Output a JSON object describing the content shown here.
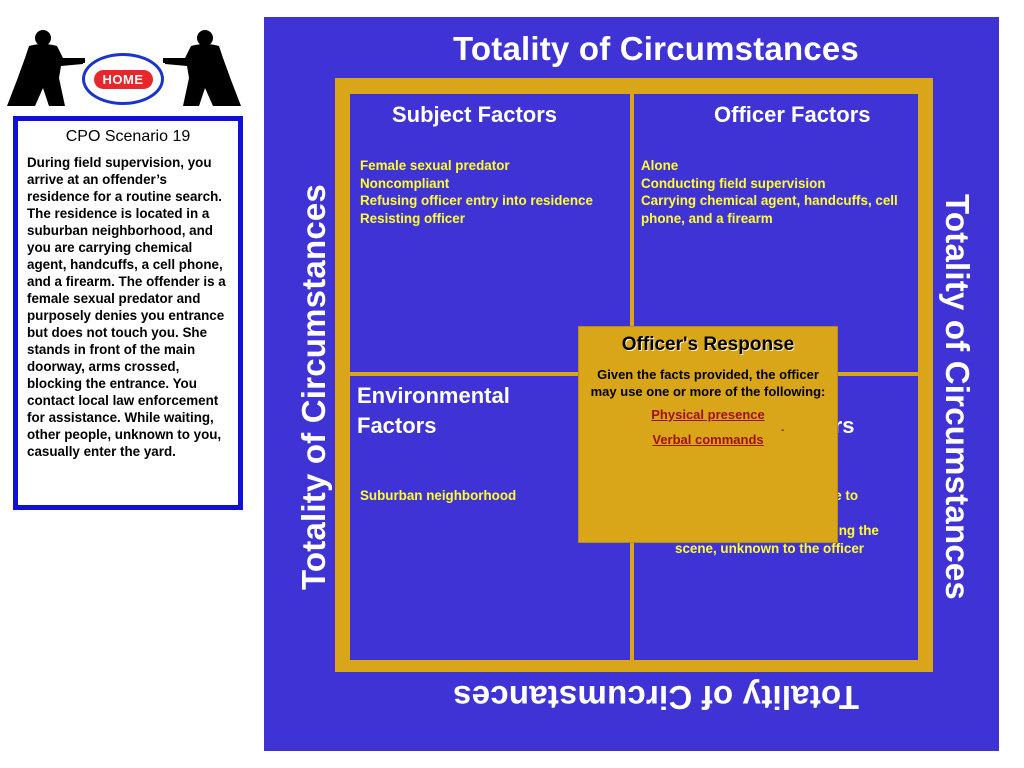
{
  "header": {
    "home_label": "HOME"
  },
  "scenario": {
    "title": "CPO Scenario 19",
    "body": "During field supervision, you arrive at an offender’s residence for a routine search. The residence is located in a suburban neighborhood, and you are carrying chemical agent, handcuffs, a cell phone, and a firearm. The offender is a female sexual predator and purposely denies you entrance but does not touch you. She stands in front of the main doorway, arms crossed, blocking the entrance. You contact local law enforcement for assistance. While waiting, other people, unknown to you, casually enter the yard."
  },
  "diagram": {
    "title": "Totality of Circumstances",
    "subject_factors": {
      "heading": "Subject Factors",
      "items": [
        "Female sexual predator",
        "Noncompliant",
        "Refusing officer entry into residence",
        "Resisting officer"
      ]
    },
    "officer_factors": {
      "heading": "Officer Factors",
      "items": [
        "Alone",
        "Conducting field supervision",
        "Carrying chemical agent, handcuffs, cell phone, and a firearm"
      ]
    },
    "environmental_factors": {
      "heading": "Environmental Factors",
      "items": [
        "Suburban neighborhood"
      ]
    },
    "other_factors": {
      "heading": "Other Factors",
      "items": [
        "Law enforcement en route to residence",
        "Additional subjects entering the scene, unknown to the officer"
      ]
    },
    "response": {
      "title": "Officer's Response",
      "description": "Given the facts provided, the officer may use one or more of the following:",
      "options": [
        "Physical presence",
        "Verbal commands"
      ],
      "marker": "-"
    }
  },
  "colors": {
    "panel_blue": "#3f33d6",
    "frame_gold": "#d9a61a",
    "factor_text": "#ffff33",
    "link_red": "#a01010",
    "box_border": "#1010d6"
  },
  "icons": [
    "officer-silhouette-icon",
    "officer-silhouette-icon"
  ]
}
